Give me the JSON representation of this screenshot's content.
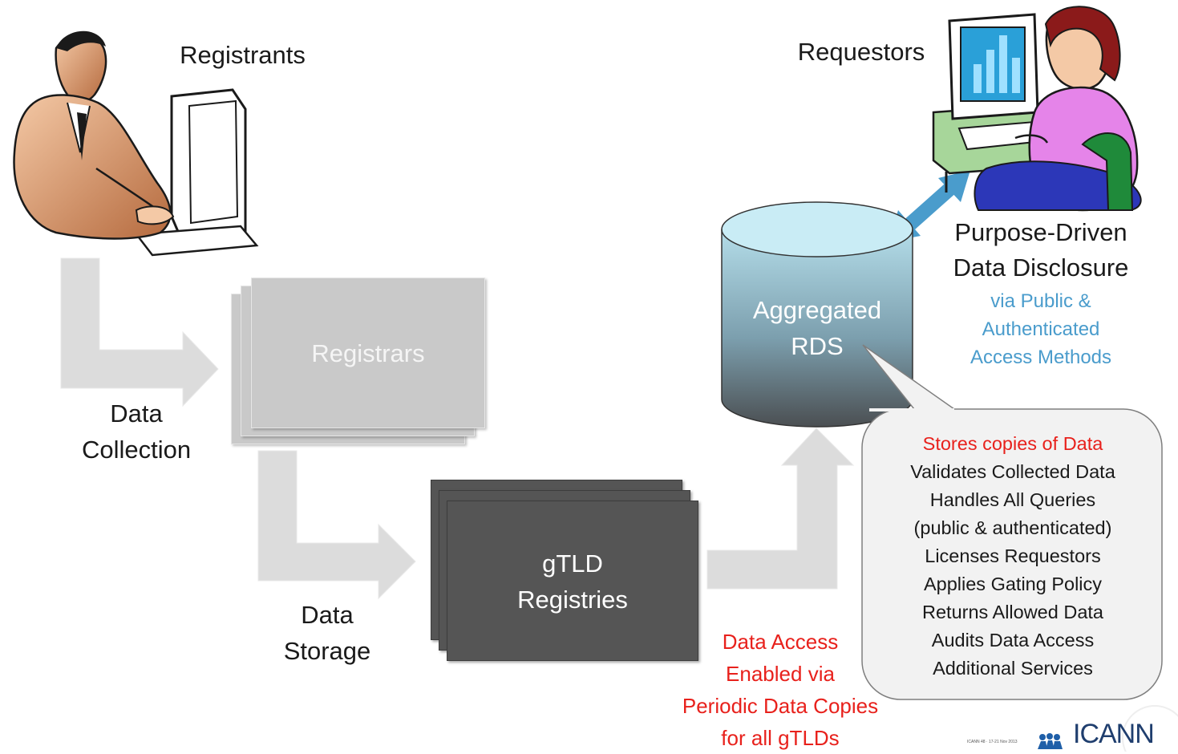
{
  "registrants": {
    "label": "Registrants"
  },
  "requestors": {
    "label": "Requestors"
  },
  "data_collection": {
    "line1": "Data",
    "line2": "Collection"
  },
  "data_storage": {
    "line1": "Data",
    "line2": "Storage"
  },
  "registrars": {
    "label": "Registrars"
  },
  "registries": {
    "line1": "gTLD",
    "line2": "Registries"
  },
  "rds": {
    "line1": "Aggregated",
    "line2": "RDS"
  },
  "disclosure": {
    "title1": "Purpose-Driven",
    "title2": "Data Disclosure",
    "sub1": "via Public &",
    "sub2": "Authenticated",
    "sub3": "Access Methods"
  },
  "data_access": {
    "line1": "Data Access",
    "line2": "Enabled via",
    "line3": "Periodic Data Copies",
    "line4": "for all gTLDs"
  },
  "callout": {
    "highlight": "Stores copies of Data",
    "items": [
      "Validates Collected Data",
      "Handles All Queries",
      "(public & authenticated)",
      "Licenses Requestors",
      "Applies Gating Policy",
      "Returns Allowed Data",
      "Audits Data Access",
      "Additional Services"
    ]
  },
  "logo": {
    "text": "ICANN",
    "small": "ICANN 48 · 17-21 Nov 2013"
  },
  "colors": {
    "arrow_gray": "#dcdcdc",
    "accent_red": "#e8211c",
    "accent_blue": "#4a9ccc",
    "registrar_gray": "#c9c9c9",
    "registry_dark": "#555555"
  }
}
